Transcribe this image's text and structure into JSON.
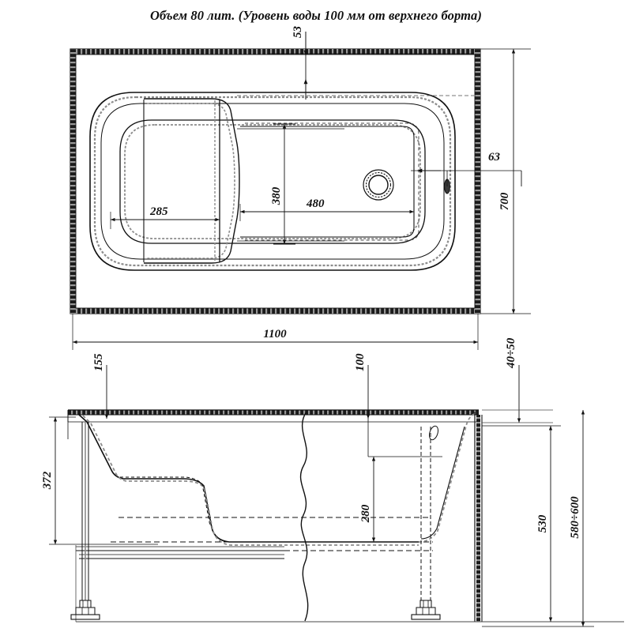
{
  "title": "Объем 80 лит. (Уровень воды 100 мм от верхнего борта)",
  "drawing": {
    "type": "technical-drawing",
    "subject": "bathtub",
    "units": "mm",
    "views": [
      {
        "name": "top-view",
        "label": ""
      },
      {
        "name": "front-elevation-section",
        "label": ""
      }
    ]
  },
  "dimensions": {
    "top_view": {
      "rim_offset_top": "53",
      "overflow_offset": "63",
      "overall_depth": "700",
      "seat_length": "285",
      "inner_width": "380",
      "inner_length": "480",
      "overall_length": "1100"
    },
    "elevation": {
      "rim_to_seat": "155",
      "water_level_from_rim": "100",
      "rim_thickness_range": "40÷50",
      "seat_height": "372",
      "inner_depth": "280",
      "tub_height": "530",
      "total_height_range": "580÷600"
    }
  },
  "labels": {
    "d53": "53",
    "d63": "63",
    "d700": "700",
    "d285": "285",
    "d380": "380",
    "d480": "480",
    "d1100": "1100",
    "d155": "155",
    "d100": "100",
    "d4050": "40÷50",
    "d372": "372",
    "d280": "280",
    "d530": "530",
    "d580600": "580÷600"
  },
  "colors": {
    "line": "#111111",
    "thin": "#4a4a4a",
    "ghost": "#8c8c8c",
    "background": "#ffffff"
  }
}
